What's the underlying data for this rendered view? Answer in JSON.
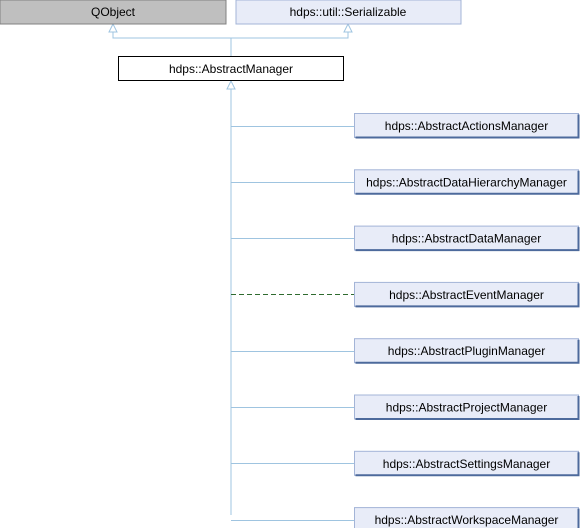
{
  "diagram": {
    "type": "class-inheritance",
    "colors": {
      "edge": "#9fc4e0",
      "external_fill": "#bfbfbf",
      "serializable_fill": "#e8ecf8",
      "serializable_border": "#a3b4d7",
      "manager_fill": "#ffffff",
      "manager_border": "#000000",
      "child_fill": "#e8ecf8",
      "child_border": "#4d6a9c",
      "event_edge": "#2f6b2f"
    },
    "bases": [
      {
        "id": "qobject",
        "label": "QObject"
      },
      {
        "id": "serializable",
        "label": "hdps::util::Serializable"
      }
    ],
    "manager": {
      "id": "abstract-manager",
      "label": "hdps::AbstractManager"
    },
    "children": [
      {
        "id": "actions",
        "label": "hdps::AbstractActionsManager",
        "link": "inherits"
      },
      {
        "id": "data-hierarchy",
        "label": "hdps::AbstractDataHierarchyManager",
        "link": "inherits"
      },
      {
        "id": "data",
        "label": "hdps::AbstractDataManager",
        "link": "inherits"
      },
      {
        "id": "event",
        "label": "hdps::AbstractEventManager",
        "link": "uses"
      },
      {
        "id": "plugin",
        "label": "hdps::AbstractPluginManager",
        "link": "inherits"
      },
      {
        "id": "project",
        "label": "hdps::AbstractProjectManager",
        "link": "inherits"
      },
      {
        "id": "settings",
        "label": "hdps::AbstractSettingsManager",
        "link": "inherits"
      },
      {
        "id": "workspace",
        "label": "hdps::AbstractWorkspaceManager",
        "link": "inherits"
      }
    ]
  }
}
